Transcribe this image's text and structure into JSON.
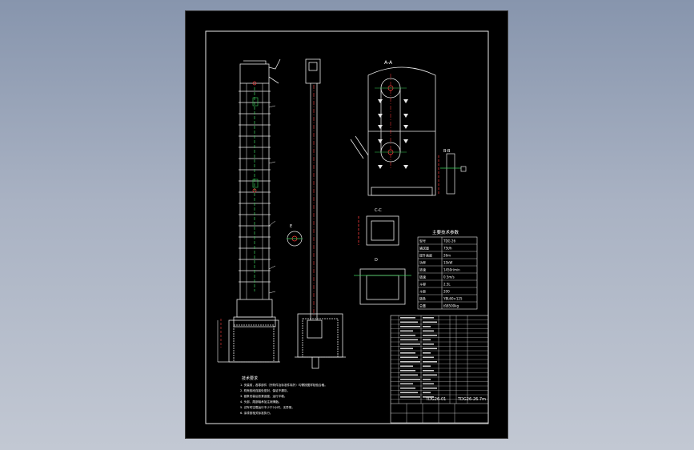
{
  "drawing": {
    "title_frame": "engineering drawing — bucket elevator assembly",
    "front_view_label": "",
    "head_section_label": "A-A",
    "small_label_right": "B-B",
    "side_detail_label": "D",
    "lower_section_label": "C-C",
    "mid_detail_label": "E",
    "tech_table_title": "主要技术参数",
    "tech_rows": [
      [
        "型号",
        "TDG 26"
      ],
      [
        "输送量",
        "75t/h"
      ],
      [
        "提升高度",
        "26m"
      ],
      [
        "功率",
        "15kW"
      ],
      [
        "转速",
        "1450r/min"
      ],
      [
        "链速",
        "0.5m/s"
      ],
      [
        "斗容",
        "2.5L"
      ],
      [
        "斗距",
        "200"
      ],
      [
        "链条",
        "YBL60×125"
      ],
      [
        "总重",
        "约8500kg"
      ]
    ],
    "notes_title": "技术要求",
    "notes": [
      "1. 安装前，各零部件（外购件及标准件除外）均需按图样检验合格。",
      "2. 机壳各段连接处密封，保证不漏灰。",
      "3. 链条安装后张紧适度，运行平稳。",
      "4. 头部、尾部轴承加注润滑脂。",
      "5. 试车时空载运行不少于2小时，无异常。",
      "6. 涂漆按相关标准执行。"
    ],
    "title_block_code": "TDG26-01",
    "title_block_code2": "TDG26-26.7m",
    "bom_rows": 20
  }
}
